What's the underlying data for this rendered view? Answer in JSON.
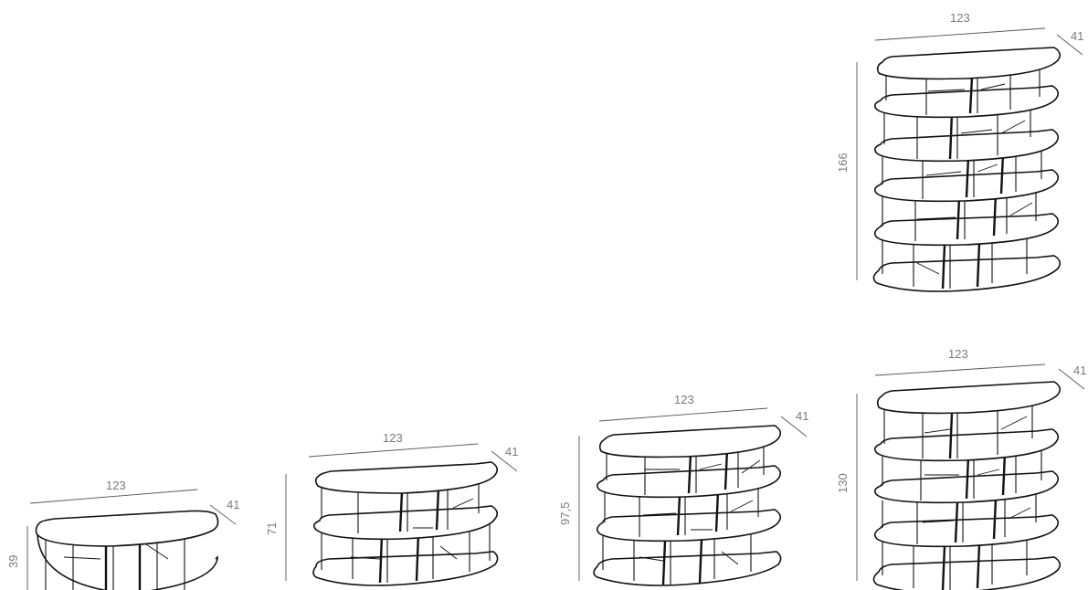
{
  "units": [
    {
      "id": "unit-1",
      "width_label": "123",
      "depth_label": "41",
      "height_label": "39",
      "tiers": 1
    },
    {
      "id": "unit-2",
      "width_label": "123",
      "depth_label": "41",
      "height_label": "71",
      "tiers": 2
    },
    {
      "id": "unit-3",
      "width_label": "123",
      "depth_label": "41",
      "height_label": "97,5",
      "tiers": 3
    },
    {
      "id": "unit-4",
      "width_label": "123",
      "depth_label": "41",
      "height_label": "130",
      "tiers": 4
    },
    {
      "id": "unit-5",
      "width_label": "123",
      "depth_label": "41",
      "height_label": "166",
      "tiers": 5
    }
  ],
  "colors": {
    "line": "#111111",
    "dimension_text": "#7a7a7a",
    "dimension_line": "#555555",
    "background": "#ffffff"
  }
}
